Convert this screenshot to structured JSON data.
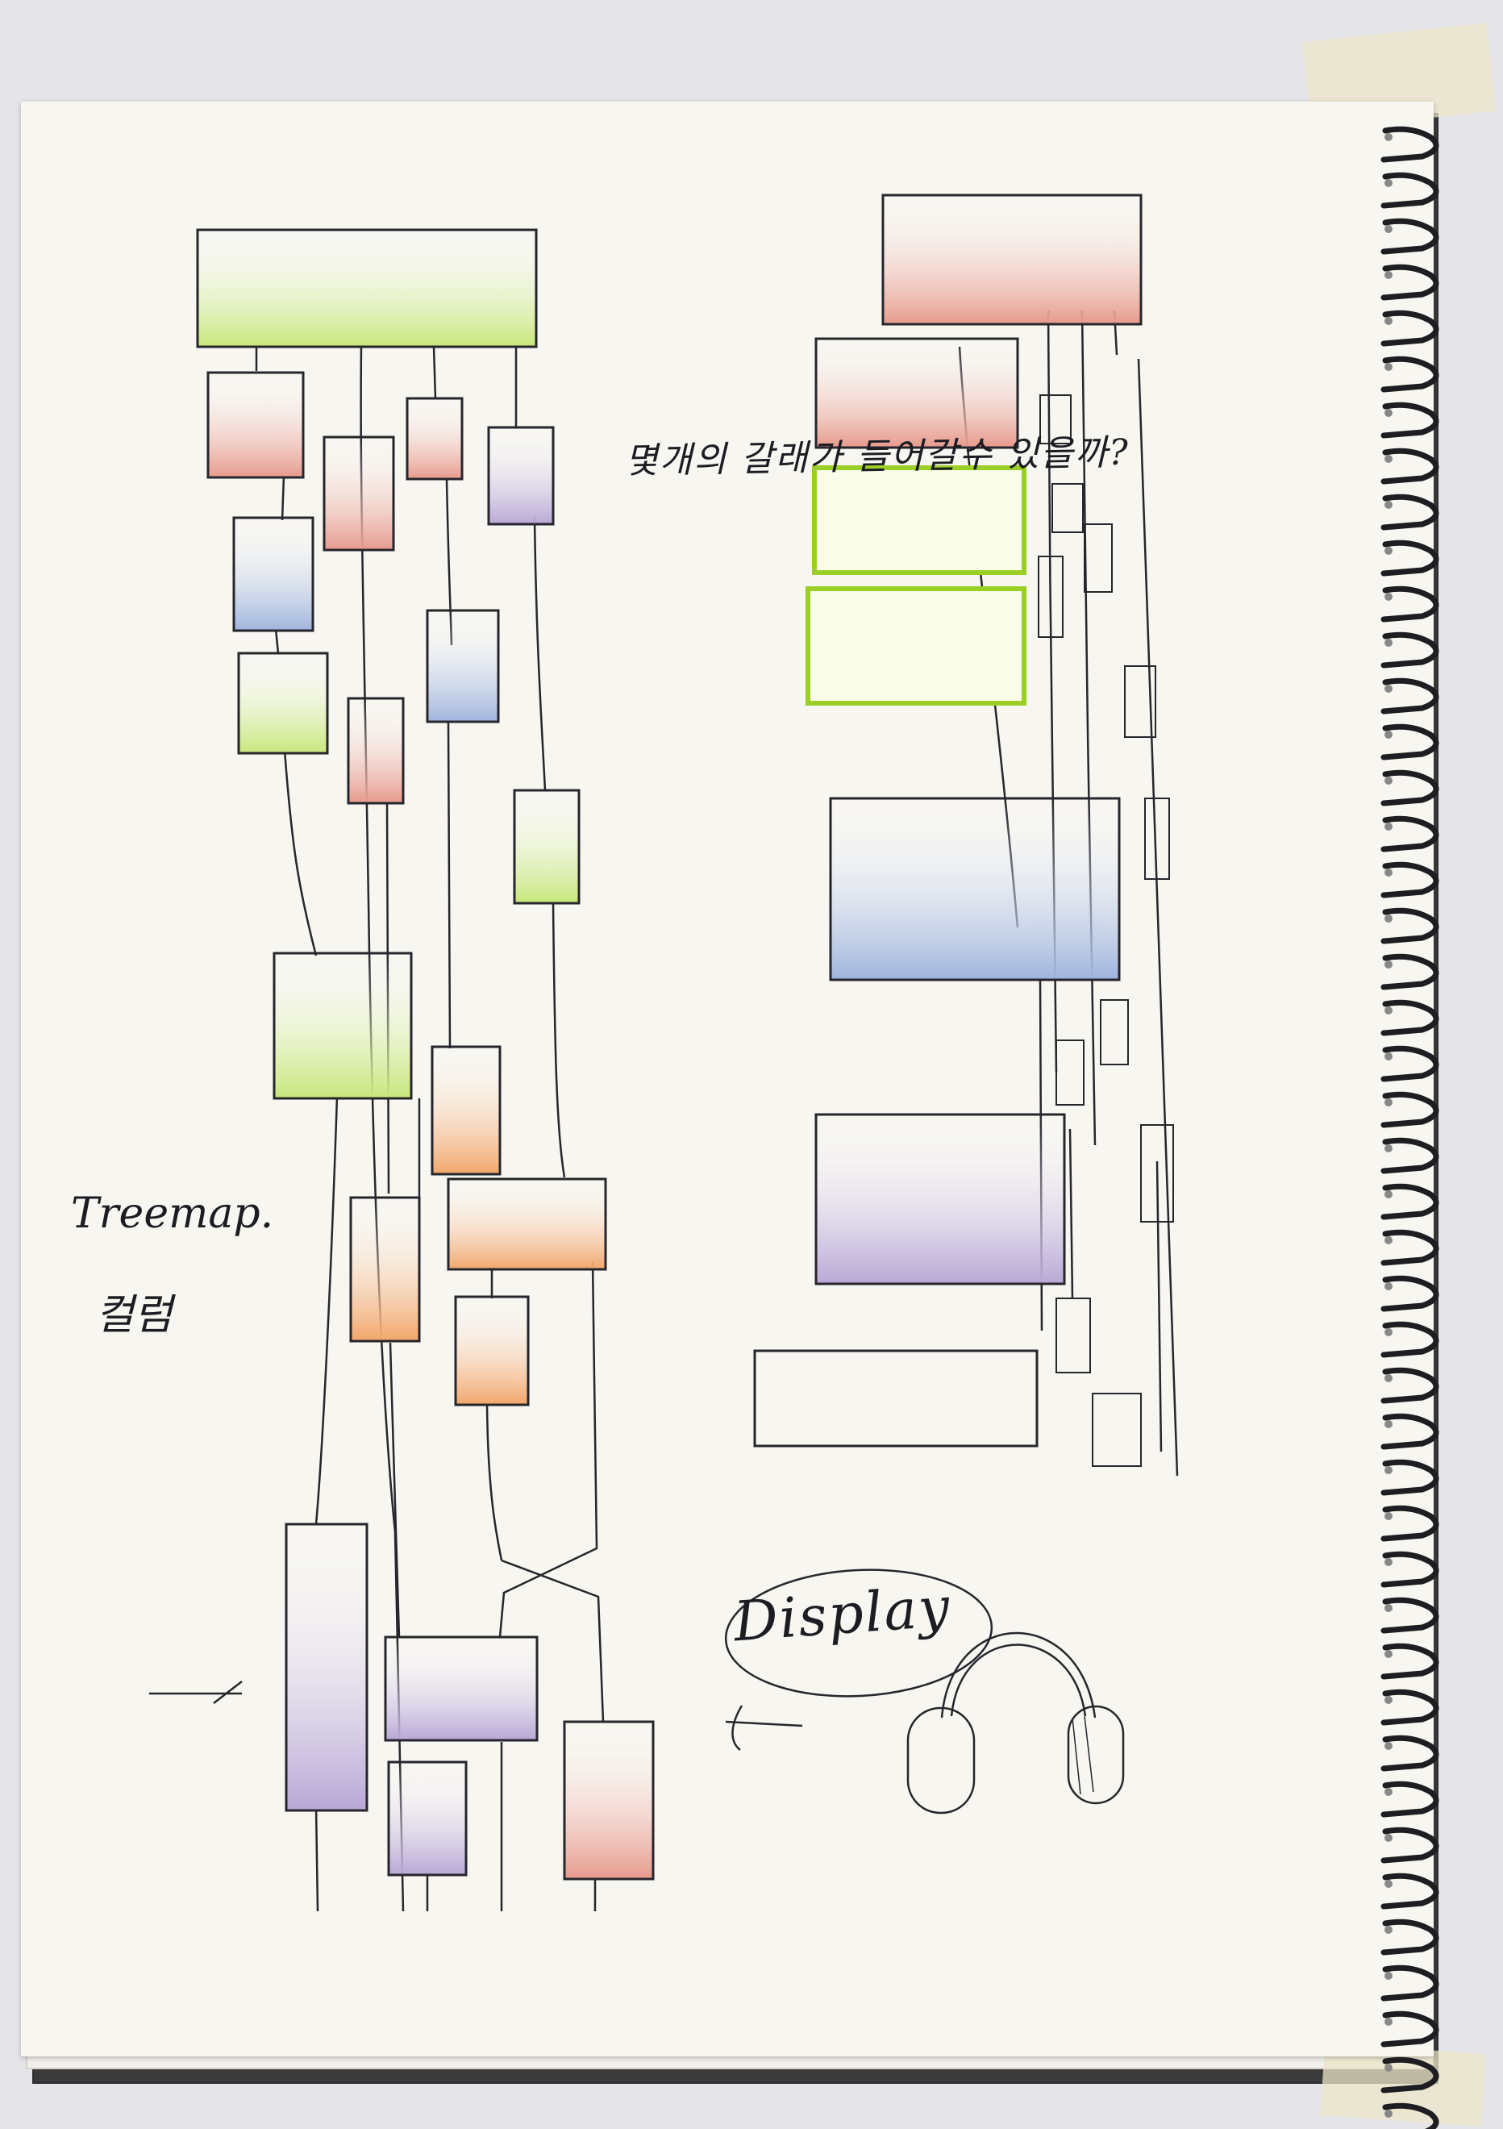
{
  "annotations": {
    "question": "몇개의 갈래가 들어갈수 있을까?",
    "treemap": "Treemap.",
    "color": "컬럼",
    "display": "Display"
  },
  "colors": {
    "ink": "#1c1c22",
    "red": "#d2553f",
    "blue": "#4e6fb6",
    "green": "#a6d632",
    "yellow": "#e9d14a",
    "purple": "#6a4e9c",
    "orange": "#e58a3b"
  }
}
